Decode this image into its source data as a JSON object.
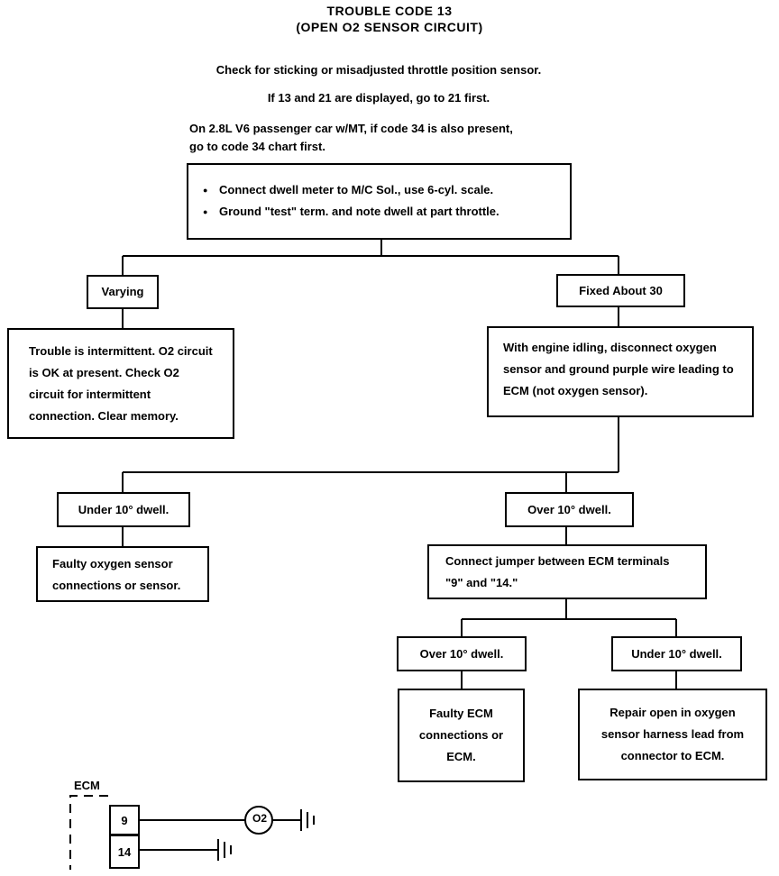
{
  "title": {
    "line1": "TROUBLE CODE 13",
    "line2": "(OPEN O2 SENSOR CIRCUIT)"
  },
  "notes": [
    "Check for sticking or misadjusted throttle position sensor.",
    "If 13 and 21 are displayed, go to 21 first.",
    "On 2.8L V6 passenger car w/MT, if code 34 is also present,",
    "go to code 34 chart first."
  ],
  "start_box": {
    "steps": [
      "Connect dwell meter to M/C Sol., use 6-cyl. scale.",
      "Ground \"test\" term. and note dwell at part throttle."
    ]
  },
  "branch1": {
    "left_label": "Varying",
    "right_label": "Fixed About 30",
    "left_result": "Trouble is intermittent. O2 circuit is OK at present. Check O2 circuit for intermittent connection. Clear memory.",
    "right_action": "With engine idling, disconnect oxygen sensor and ground purple wire leading to ECM (not oxygen sensor)."
  },
  "branch2": {
    "left_label": "Under 10° dwell.",
    "right_label": "Over 10° dwell.",
    "left_result": "Faulty oxygen sensor connections or sensor.",
    "right_action": "Connect jumper between ECM terminals \"9\" and \"14.\""
  },
  "branch3": {
    "left_label": "Over 10° dwell.",
    "right_label": "Under 10° dwell.",
    "left_result": "Faulty ECM connections or ECM.",
    "right_result": "Repair open in oxygen sensor harness lead from connector to ECM."
  },
  "wiring": {
    "ecm_label": "ECM",
    "pin_a": "9",
    "pin_b": "14",
    "sensor_label": "O2"
  }
}
